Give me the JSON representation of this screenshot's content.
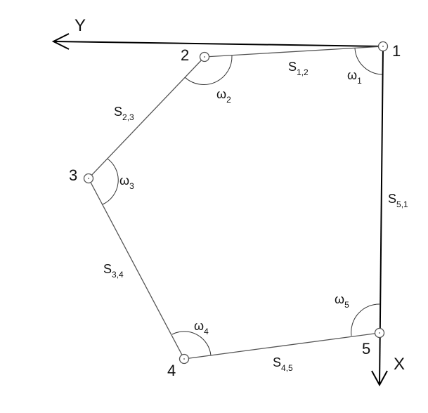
{
  "axes": {
    "y_label": "Y",
    "x_label": "X"
  },
  "points": [
    {
      "id": "1",
      "label": "1"
    },
    {
      "id": "2",
      "label": "2"
    },
    {
      "id": "3",
      "label": "3"
    },
    {
      "id": "4",
      "label": "4"
    },
    {
      "id": "5",
      "label": "5"
    }
  ],
  "sides": [
    {
      "id": "s12",
      "base": "S",
      "sub": "1,2"
    },
    {
      "id": "s23",
      "base": "S",
      "sub": "2,3"
    },
    {
      "id": "s34",
      "base": "S",
      "sub": "3,4"
    },
    {
      "id": "s45",
      "base": "S",
      "sub": "4,5"
    },
    {
      "id": "s51",
      "base": "S",
      "sub": "5,1"
    }
  ],
  "angles": [
    {
      "id": "w1",
      "base": "ω",
      "sub": "1"
    },
    {
      "id": "w2",
      "base": "ω",
      "sub": "2"
    },
    {
      "id": "w3",
      "base": "ω",
      "sub": "3"
    },
    {
      "id": "w4",
      "base": "ω",
      "sub": "4"
    },
    {
      "id": "w5",
      "base": "ω",
      "sub": "5"
    }
  ],
  "colors": {
    "edge": "#555555",
    "axis": "#000000",
    "text": "#111111"
  }
}
